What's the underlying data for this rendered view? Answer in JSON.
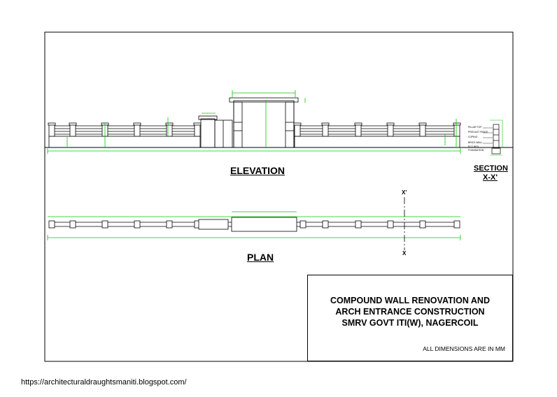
{
  "drawing": {
    "elevation_label": "ELEVATION",
    "plan_label": "PLAN",
    "section_label_line1": "SECTION",
    "section_label_line2": "X-X'",
    "section_cut_top": "X'",
    "section_cut_bottom": "X",
    "section_notes": [
      "PILLAR TOP",
      "PRECAST FENCE",
      "COPING",
      "BRICK WALL",
      "PCC BED",
      "FOUNDATION"
    ]
  },
  "title_block": {
    "line1": "COMPOUND WALL RENOVATION AND",
    "line2": "ARCH ENTRANCE CONSTRUCTION",
    "line3": "SMRV GOVT ITI(W), NAGERCOIL",
    "note": "ALL DIMENSIONS ARE IN MM"
  },
  "footer": {
    "url": "https://architecturaldraughtsmaniti.blogspot.com/"
  },
  "colors": {
    "line": "#000000",
    "dimension": "#00cc00",
    "background": "#ffffff"
  }
}
